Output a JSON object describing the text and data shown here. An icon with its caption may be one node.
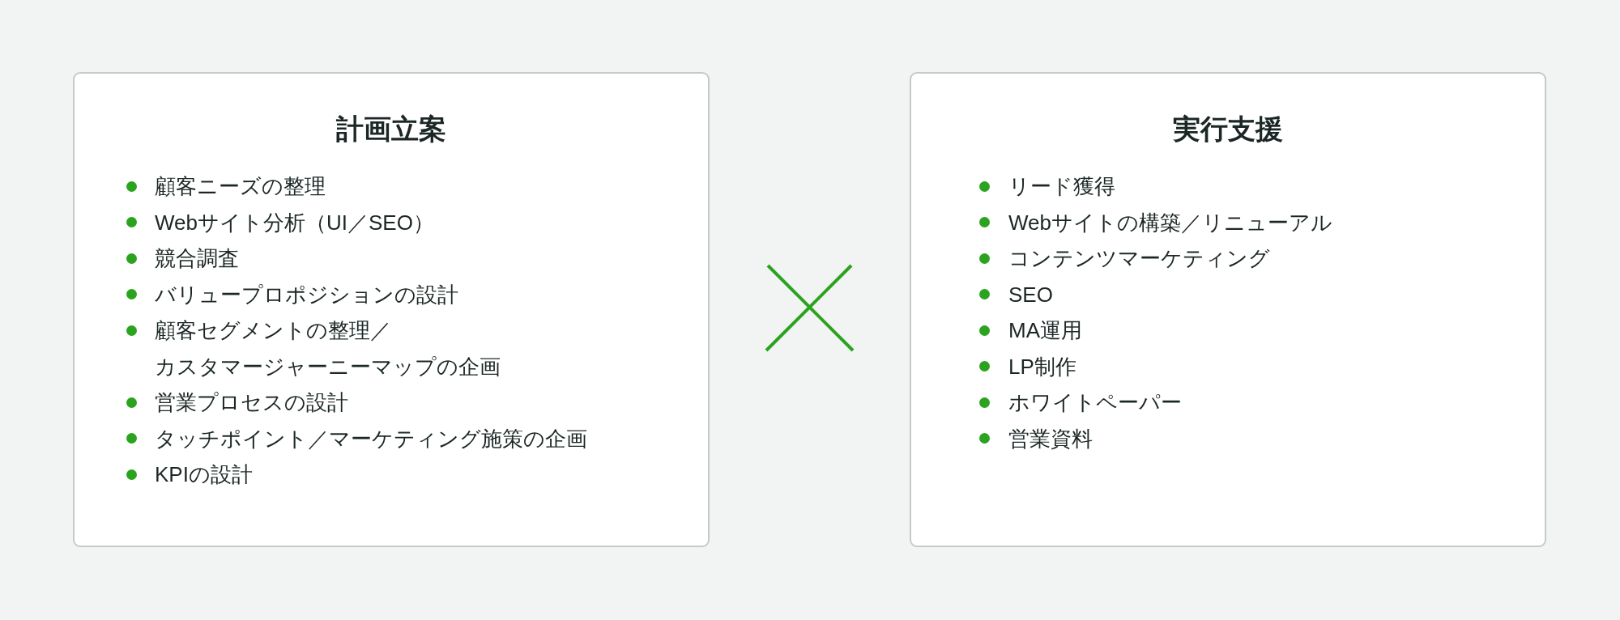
{
  "diagram": {
    "nodes": [
      {
        "text": [
          "計画立案",
          "顧客ニーズの整理",
          "Webサイト分析（UI／SEO）",
          "競合調査",
          "バリュープロポジションの設計",
          "顧客セグメントの整理／カスタマージャーニーマップの企画",
          "営業プロセスの設計",
          "タッチポイント／マーケティング施策の企画",
          "KPIの設計"
        ]
      },
      {
        "text": [
          "実行支援",
          "リード獲得",
          "Webサイトの構築／リニューアル",
          "コンテンツマーケティング",
          "SEO",
          "MA運用",
          "LP制作",
          "ホワイトペーパー",
          "営業資料"
        ]
      }
    ]
  }
}
